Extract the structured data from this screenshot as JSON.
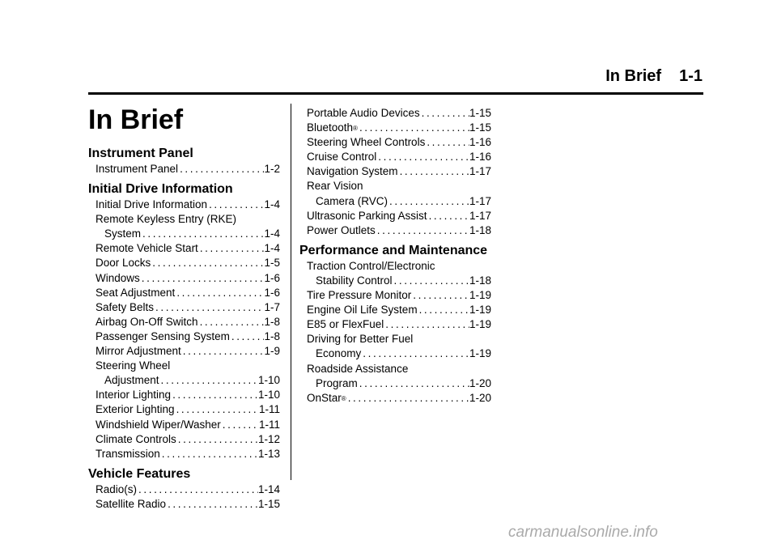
{
  "header": {
    "chapter": "In Brief",
    "page": "1-1"
  },
  "chapter_title": "In Brief",
  "columns": [
    {
      "sections": [
        {
          "title": "Instrument Panel",
          "entries": [
            {
              "lines": [
                "Instrument Panel"
              ],
              "page": "1-2"
            }
          ]
        },
        {
          "title": "Initial Drive Information",
          "entries": [
            {
              "lines": [
                "Initial Drive Information"
              ],
              "page": "1-4"
            },
            {
              "lines": [
                "Remote Keyless Entry (RKE)",
                "System"
              ],
              "page": "1-4"
            },
            {
              "lines": [
                "Remote Vehicle Start"
              ],
              "page": "1-4"
            },
            {
              "lines": [
                "Door Locks"
              ],
              "page": "1-5"
            },
            {
              "lines": [
                "Windows"
              ],
              "page": "1-6"
            },
            {
              "lines": [
                "Seat Adjustment"
              ],
              "page": "1-6"
            },
            {
              "lines": [
                "Safety Belts"
              ],
              "page": "1-7"
            },
            {
              "lines": [
                "Airbag On-Off Switch"
              ],
              "page": "1-8"
            },
            {
              "lines": [
                "Passenger Sensing System"
              ],
              "page": "1-8"
            },
            {
              "lines": [
                "Mirror Adjustment"
              ],
              "page": "1-9"
            },
            {
              "lines": [
                "Steering Wheel",
                "Adjustment"
              ],
              "page": "1-10"
            },
            {
              "lines": [
                "Interior Lighting"
              ],
              "page": "1-10"
            },
            {
              "lines": [
                "Exterior Lighting"
              ],
              "page": "1-11"
            },
            {
              "lines": [
                "Windshield Wiper/Washer"
              ],
              "page": "1-11"
            },
            {
              "lines": [
                "Climate Controls"
              ],
              "page": "1-12"
            },
            {
              "lines": [
                "Transmission"
              ],
              "page": "1-13"
            }
          ]
        },
        {
          "title": "Vehicle Features",
          "entries": [
            {
              "lines": [
                "Radio(s)"
              ],
              "page": "1-14"
            },
            {
              "lines": [
                "Satellite Radio"
              ],
              "page": "1-15"
            }
          ]
        }
      ]
    },
    {
      "sections": [
        {
          "title": "",
          "entries": [
            {
              "lines": [
                "Portable Audio Devices"
              ],
              "page": "1-15"
            },
            {
              "lines": [
                "Bluetooth"
              ],
              "sup": "®",
              "page": "1-15"
            },
            {
              "lines": [
                "Steering Wheel Controls"
              ],
              "page": "1-16"
            },
            {
              "lines": [
                "Cruise Control"
              ],
              "page": "1-16"
            },
            {
              "lines": [
                "Navigation System"
              ],
              "page": "1-17"
            },
            {
              "lines": [
                "Rear Vision",
                "Camera (RVC)"
              ],
              "page": "1-17"
            },
            {
              "lines": [
                "Ultrasonic Parking Assist"
              ],
              "page": "1-17"
            },
            {
              "lines": [
                "Power Outlets"
              ],
              "page": "1-18"
            }
          ]
        },
        {
          "title": "Performance and Maintenance",
          "entries": [
            {
              "lines": [
                "Traction Control/Electronic",
                "Stability Control"
              ],
              "page": "1-18"
            },
            {
              "lines": [
                "Tire Pressure Monitor"
              ],
              "page": "1-19"
            },
            {
              "lines": [
                "Engine Oil Life System"
              ],
              "page": "1-19"
            },
            {
              "lines": [
                "E85 or FlexFuel"
              ],
              "page": "1-19"
            },
            {
              "lines": [
                "Driving for Better Fuel",
                "Economy"
              ],
              "page": "1-19"
            },
            {
              "lines": [
                "Roadside Assistance",
                "Program"
              ],
              "page": "1-20"
            },
            {
              "lines": [
                "OnStar"
              ],
              "sup": "®",
              "page": "1-20"
            }
          ]
        }
      ]
    }
  ],
  "watermark": "carmanualsonline.info"
}
